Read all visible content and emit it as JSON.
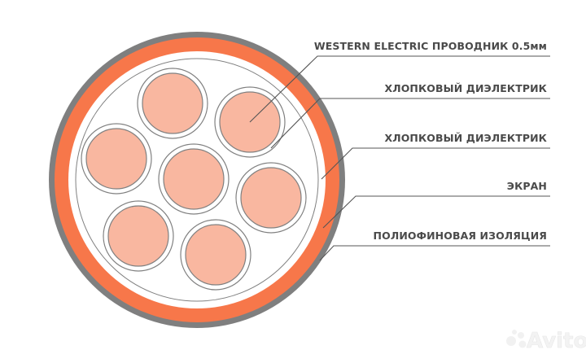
{
  "labels": [
    "WESTERN ELECTRIC ПРОВОДНИК 0.5мм",
    "ХЛОПКОВЫЙ ДИЭЛЕКТРИК",
    "ХЛОПКОВЫЙ ДИЭЛЕКТРИК",
    "ЭКРАН",
    "ПОЛИОФИНОВАЯ ИЗОЛЯЦИЯ"
  ],
  "conductor_count": 7,
  "colors": {
    "outer_jacket": "#7f7f7f",
    "insulation": "#f7774a",
    "conductor_fill": "#f9b7a0",
    "conductor_outline": "#808080",
    "leader_line": "#555555",
    "text": "#4a4a4a"
  },
  "watermark": "Avito"
}
